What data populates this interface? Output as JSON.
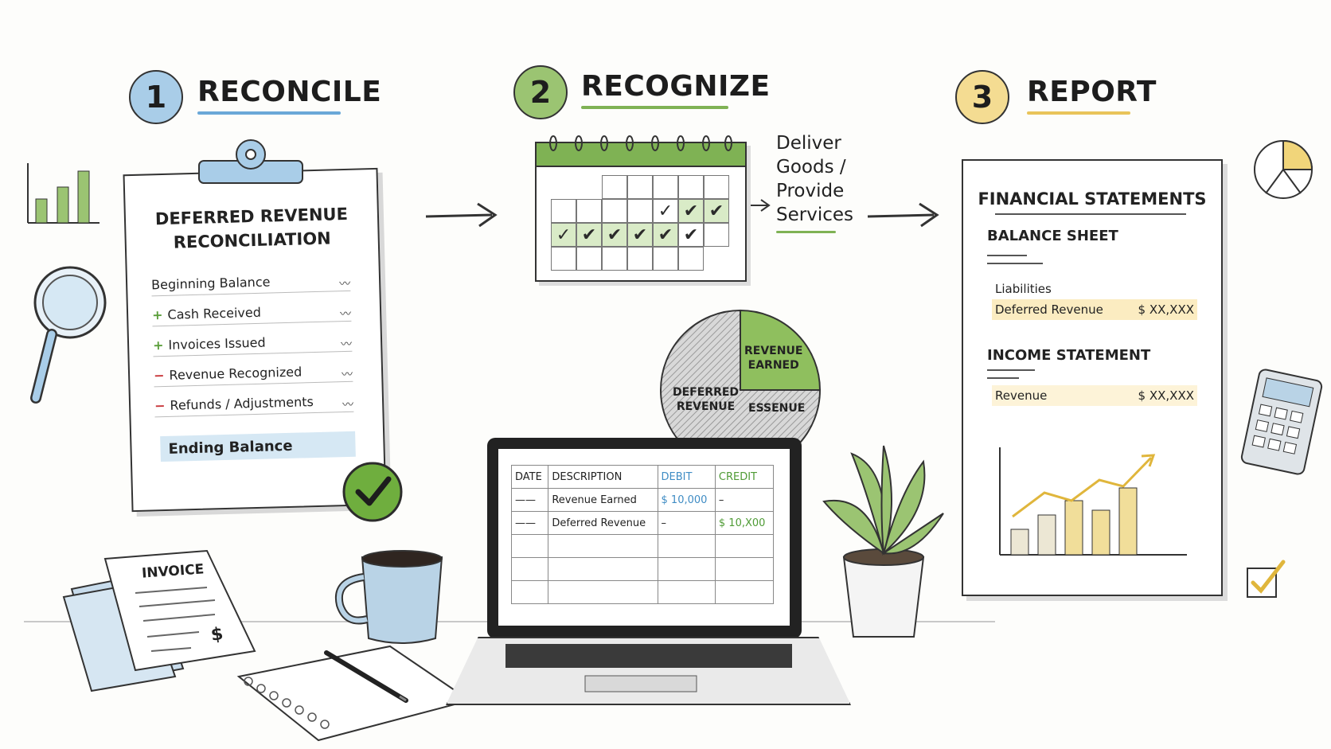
{
  "steps": [
    {
      "number": "1",
      "title": "RECONCILE",
      "color": "#a9cde8"
    },
    {
      "number": "2",
      "title": "RECOGNIZE",
      "color": "#9bc472"
    },
    {
      "number": "3",
      "title": "REPORT",
      "color": "#f4dc92"
    }
  ],
  "clipboard": {
    "title_line1": "DEFERRED REVENUE",
    "title_line2": "RECONCILIATION",
    "rows": [
      {
        "sign": "",
        "label": "Beginning Balance"
      },
      {
        "sign": "+",
        "label": "Cash Received"
      },
      {
        "sign": "+",
        "label": "Invoices Issued"
      },
      {
        "sign": "−",
        "label": "Revenue Recognized"
      },
      {
        "sign": "−",
        "label": "Refunds / Adjustments"
      }
    ],
    "ending": "Ending Balance"
  },
  "deliver": {
    "line1": "Deliver",
    "line2": "Goods /",
    "line3": "Provide",
    "line4": "Services"
  },
  "pie": {
    "earned_line1": "REVENUE",
    "earned_line2": "EARNED",
    "deferred_line1": "DEFERRED",
    "deferred_line2": "REVENUE",
    "stray": "ESSENUE"
  },
  "ledger": {
    "headers": {
      "date": "DATE",
      "description": "DESCRIPTION",
      "debit": "DEBIT",
      "credit": "CREDIT"
    },
    "rows": [
      {
        "date": "——",
        "description": "Revenue Earned",
        "debit": "$ 10,000",
        "credit": "–"
      },
      {
        "date": "——",
        "description": "Deferred Revenue",
        "debit": "–",
        "credit": "$ 10,X00"
      }
    ]
  },
  "invoice": {
    "title": "INVOICE",
    "symbol": "$"
  },
  "statements": {
    "title": "FINANCIAL STATEMENTS",
    "balance_sheet": "BALANCE SHEET",
    "liabilities": "Liabilities",
    "deferred_label": "Deferred Revenue",
    "deferred_value": "$ XX,XXX",
    "income_statement": "INCOME STATEMENT",
    "revenue_label": "Revenue",
    "revenue_value": "$ XX,XXX"
  }
}
